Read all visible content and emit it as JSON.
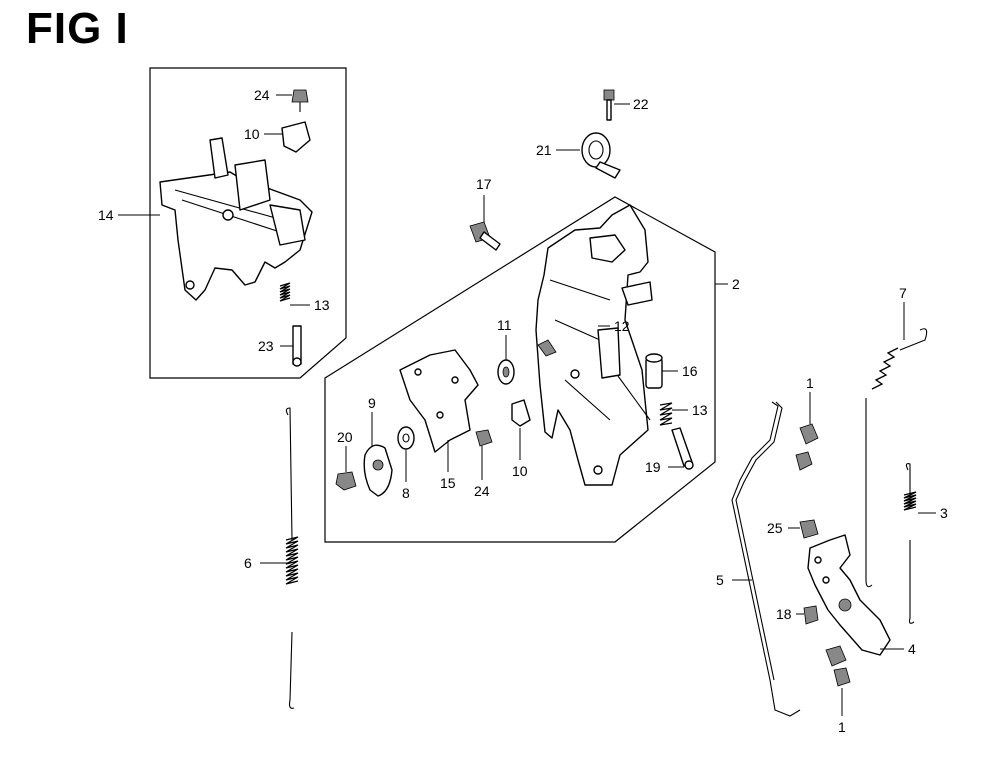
{
  "title": "FIG I",
  "callouts": {
    "c24a": "24",
    "c10a": "10",
    "c14": "14",
    "c13a": "13",
    "c23": "23",
    "c22": "22",
    "c21": "21",
    "c17": "17",
    "c2": "2",
    "c11": "11",
    "c12": "12",
    "c16": "16",
    "c13b": "13",
    "c19": "19",
    "c10b": "10",
    "c24b": "24",
    "c15": "15",
    "c9": "9",
    "c8": "8",
    "c20": "20",
    "c6": "6",
    "c7": "7",
    "c1a": "1",
    "c3": "3",
    "c5": "5",
    "c25": "25",
    "c18": "18",
    "c4": "4",
    "c1b": "1"
  }
}
